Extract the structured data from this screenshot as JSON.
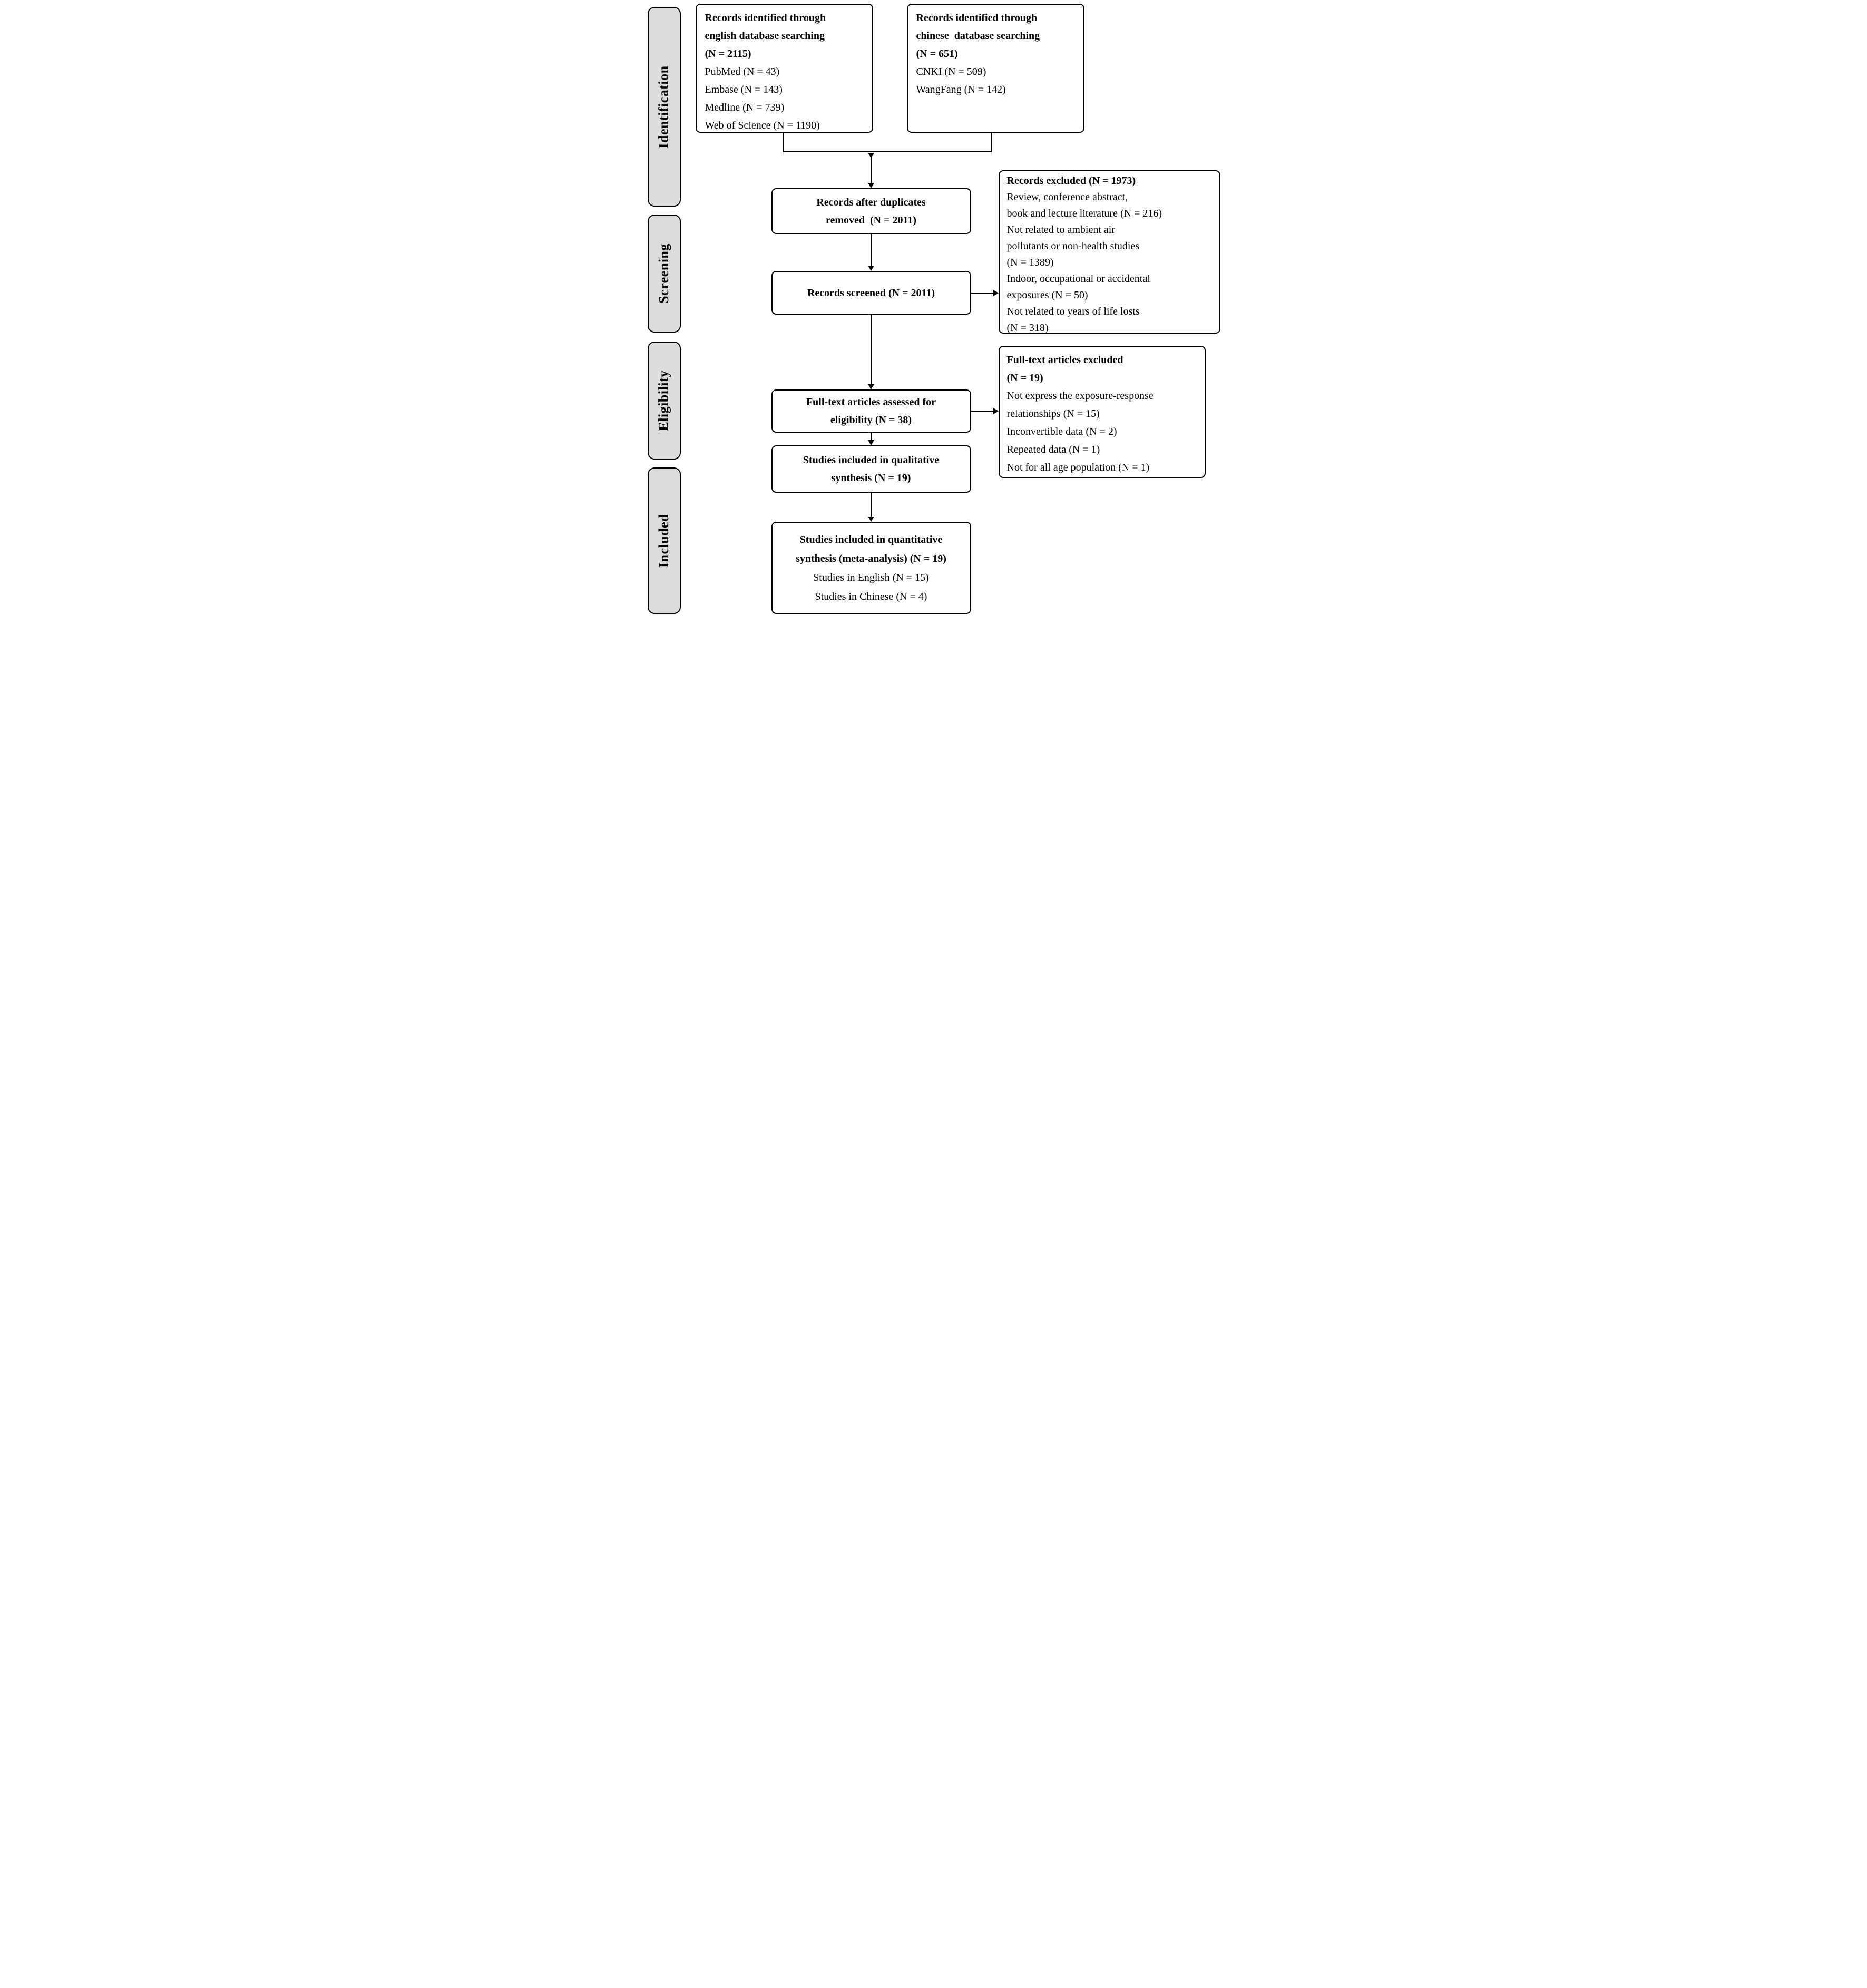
{
  "diagram_title": "PRISMA study selection flow diagram",
  "colors": {
    "stage_fill": "#dcdcdc",
    "box_fill": "#ffffff",
    "line": "#000000",
    "text": "#000000"
  },
  "sidebar": {
    "stages": [
      {
        "label": "Identification"
      },
      {
        "label": "Screening"
      },
      {
        "label": "Eligibility"
      },
      {
        "label": "Included"
      }
    ]
  },
  "flow": {
    "english_db": {
      "title_lines": [
        "Records identified through",
        "english database searching",
        "(N = 2115)"
      ],
      "items": [
        "PubMed (N = 43)",
        "Embase (N = 143)",
        "Medline (N = 739)",
        "Web of Science (N = 1190)"
      ]
    },
    "chinese_db": {
      "title_lines": [
        "Records identified through",
        "chinese  database searching",
        "(N = 651)"
      ],
      "items": [
        "CNKI (N = 509)",
        "WangFang (N = 142)"
      ]
    },
    "duplicates_removed": {
      "lines": [
        "Records after duplicates",
        "removed  (N = 2011)"
      ]
    },
    "screened": {
      "label": "Records screened (N = 2011)"
    },
    "records_excluded": {
      "title": "Records excluded (N = 1973)",
      "items": [
        "Review, conference abstract,",
        "book and lecture literature (N = 216)",
        "Not related to ambient air",
        "pollutants or non-health studies",
        "(N = 1389)",
        "Indoor, occupational or accidental",
        "exposures (N = 50)",
        "Not related to years of life losts",
        "(N = 318)"
      ]
    },
    "fulltext_assessed": {
      "lines": [
        "Full-text articles assessed for",
        "eligibility (N = 38)"
      ]
    },
    "fulltext_excluded": {
      "title_lines": [
        "Full-text articles excluded",
        "(N = 19)"
      ],
      "items": [
        "Not express the exposure-response",
        "relationships (N = 15)",
        "Inconvertible data (N = 2)",
        "Repeated data (N = 1)",
        "Not for all age population (N = 1)"
      ]
    },
    "qualitative": {
      "lines": [
        "Studies included in qualitative",
        "synthesis (N = 19)"
      ]
    },
    "quantitative": {
      "title_lines": [
        "Studies included in quantitative",
        "synthesis (meta-analysis) (N = 19)"
      ],
      "items": [
        "Studies in English (N = 15)",
        "Studies in Chinese (N = 4)"
      ]
    }
  }
}
